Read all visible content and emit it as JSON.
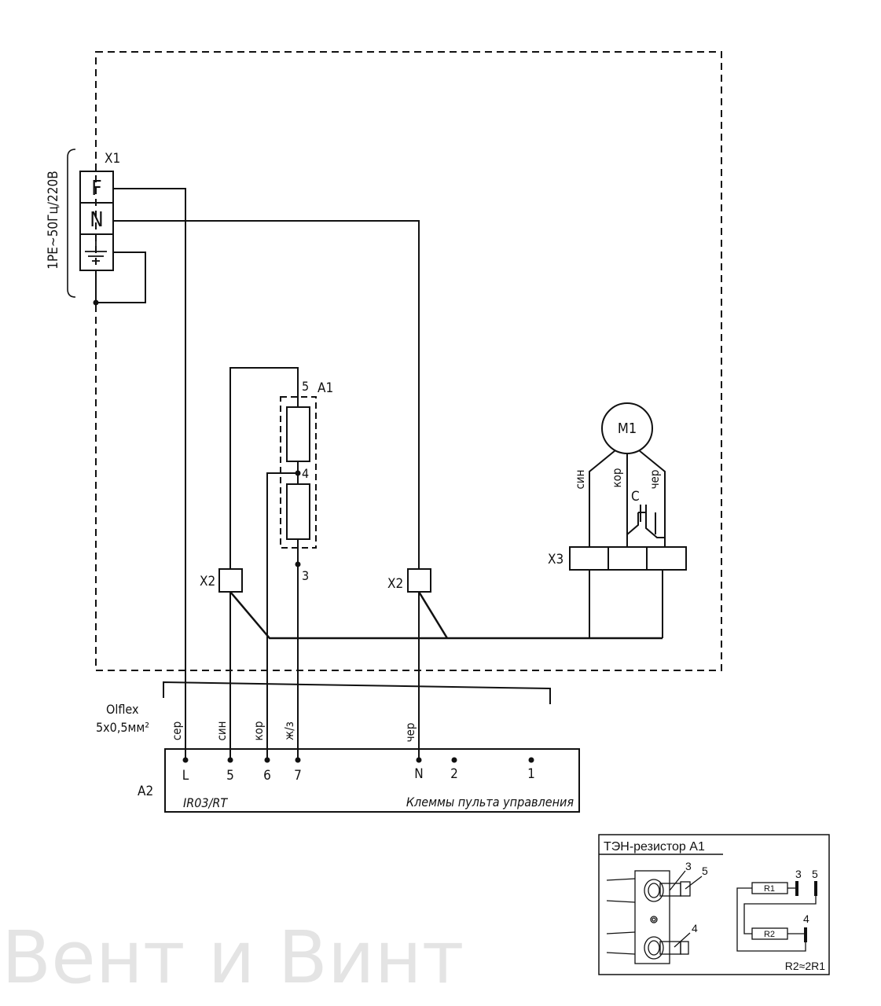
{
  "supply": {
    "voltage_label": "1PE~50Гц/220В",
    "terminal_block": "X1",
    "phase": "F",
    "neutral": "N"
  },
  "heater": {
    "label": "A1",
    "pin_top": "5",
    "pin_mid": "4",
    "pin_bottom": "3"
  },
  "motor": {
    "label": "M1",
    "wire_blue": "син",
    "wire_brown": "кор",
    "wire_black": "чер",
    "capacitor": "C",
    "terminal_block": "X3"
  },
  "connectors": {
    "left": "X2",
    "right": "X2"
  },
  "cable": {
    "type": "Olflex",
    "size": "5х0,5мм²"
  },
  "wire_colors": {
    "grey": "сер",
    "blue": "син",
    "brown": "кор",
    "yellow_green": "ж/з",
    "black": "чер"
  },
  "control_panel": {
    "label": "A2",
    "model": "IR03/RT",
    "title": "Клеммы пульта управления",
    "terminals": [
      "L",
      "5",
      "6",
      "7",
      "N",
      "2",
      "1"
    ]
  },
  "inset": {
    "title": "ТЭН-резистор А1",
    "pin3": "3",
    "pin5": "5",
    "pin4": "4",
    "r1": "R1",
    "r2": "R2",
    "relation": "R2≈2R1"
  },
  "watermark": "Вент и Винт"
}
